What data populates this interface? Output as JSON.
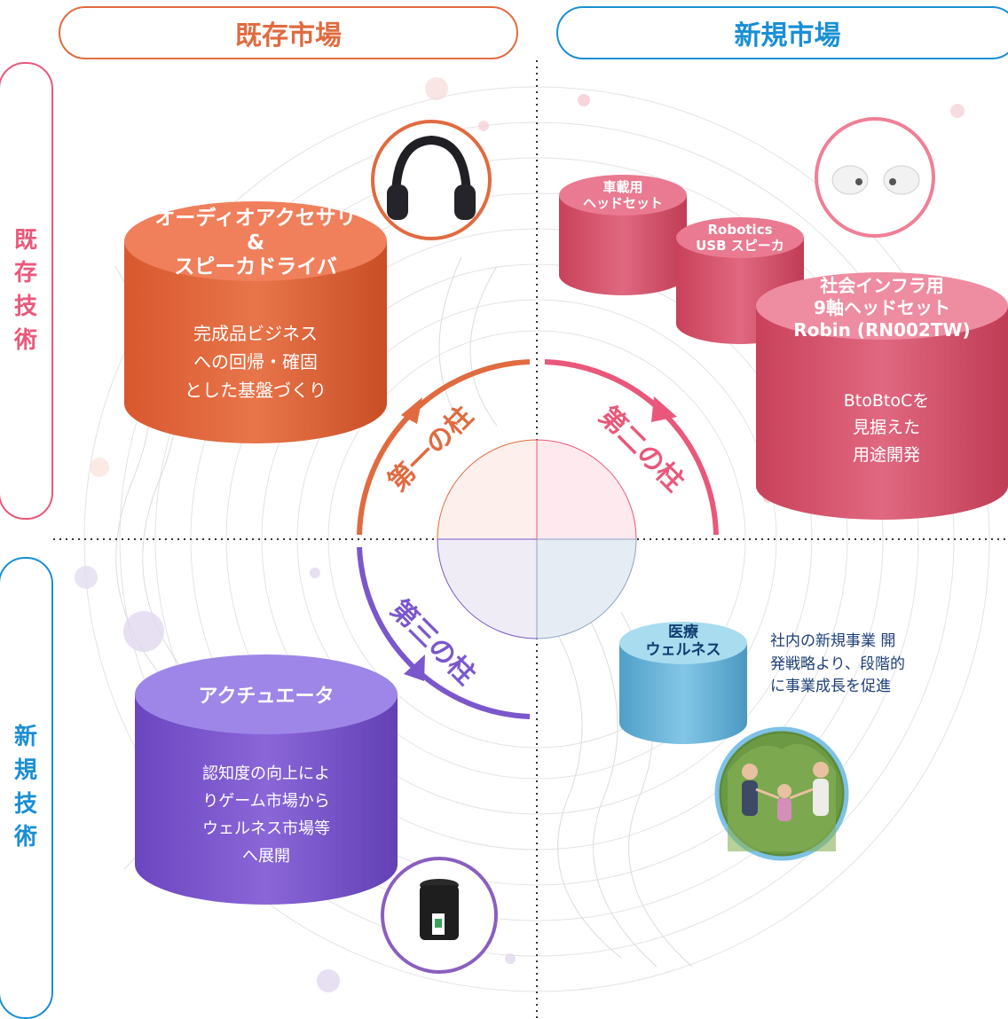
{
  "headers": {
    "existing_market": "既存市場",
    "new_market": "新規市場",
    "existing_tech": [
      "既",
      "存",
      "技",
      "術"
    ],
    "new_tech": [
      "新",
      "規",
      "技",
      "術"
    ]
  },
  "pillars": {
    "first": "第一の柱",
    "second": "第二の柱",
    "third": "第三の柱"
  },
  "audio": {
    "title": [
      "オーディオアクセサリ",
      "&",
      "スピーカドライバ"
    ],
    "body": [
      "完成品ビジネス",
      "への回帰・確固",
      "とした基盤づくり"
    ]
  },
  "car_headset": {
    "title": [
      "車載用",
      "ヘッドセット"
    ]
  },
  "robotics": {
    "title": [
      "Robotics",
      "USB スピーカ"
    ]
  },
  "infra": {
    "title": [
      "社会インフラ用",
      "9軸ヘッドセット",
      "Robin (RN002TW)"
    ],
    "body": [
      "BtoBtoCを",
      "見据えた",
      "用途開発"
    ]
  },
  "medical": {
    "title": [
      "医療",
      "ウェルネス"
    ]
  },
  "medical_note": [
    "社内の新規事業 開",
    "発戦略より、段階的",
    "に事業成長を促進"
  ],
  "actuator": {
    "title": "アクチュエータ",
    "body": [
      "認知度の向上によ",
      "りゲーム市場から",
      "ウェルネス市場等",
      "へ展開"
    ]
  },
  "icons": [
    "headphones-icon",
    "earbuds-icon",
    "family-photo",
    "actuator-device-icon"
  ],
  "colors": {
    "orange": "#e06b40",
    "pink": "#e9587a",
    "blue": "#1a8fd4",
    "purple": "#7b57cc",
    "cyan": "#6fc0e0"
  }
}
